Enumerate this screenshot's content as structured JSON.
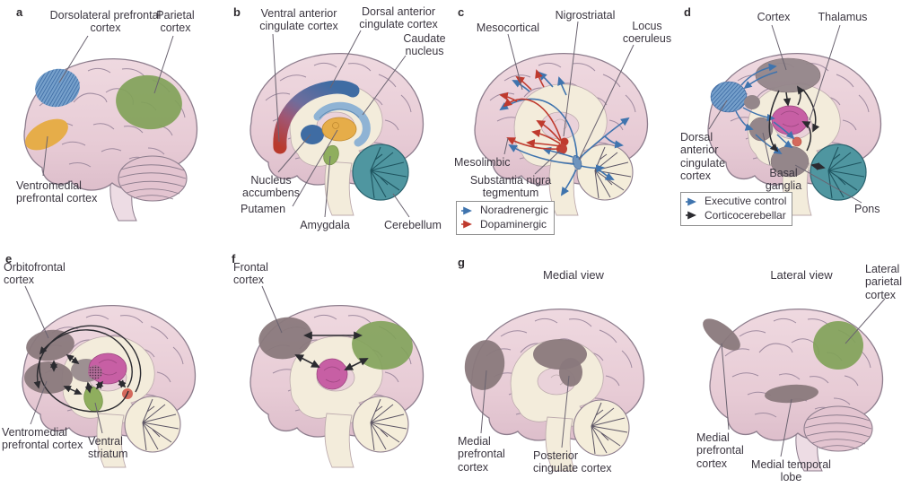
{
  "figure": {
    "background": "#ffffff",
    "description": "Seven-panel brain anatomy diagram (panels a-g) showing cortical regions, subcortical structures, neurotransmitter pathways and network circuits on lateral and medial brain views"
  },
  "colors": {
    "brain_pink": "#e8cdd6",
    "cream_white_matter": "#f3ecdb",
    "region_blue": "#6b94bd",
    "region_green": "#81a259",
    "region_orange": "#e6ad49",
    "region_red": "#bf3a2e",
    "dark_blue_nucleus": "#3f6ca3",
    "light_blue_caudate": "#8fb3d4",
    "teal_cerebellum": "#4f96a0",
    "magenta_thalamus": "#c75fa4",
    "gray_region": "#94868a",
    "gray_dark": "#8a797c",
    "green_small": "#8fae5e",
    "red_dot": "#d4695c",
    "noradrenergic_blue": "#3f74ae",
    "dopaminergic_red": "#bf3a2e",
    "executive_blue": "#3f74ae",
    "corticocerebellar_black": "#2b2b30"
  },
  "panels": {
    "a": {
      "letter": "a",
      "labels": {
        "dlpfc": "Dorsolateral prefrontal cortex",
        "parietal": "Parietal cortex",
        "vmpfc": "Ventromedial prefrontal cortex"
      }
    },
    "b": {
      "letter": "b",
      "labels": {
        "vacc": "Ventral anterior cingulate cortex",
        "dacc": "Dorsal anterior cingulate cortex",
        "caudate": "Caudate nucleus",
        "nacc": "Nucleus accumbens",
        "putamen": "Putamen",
        "amygdala": "Amygdala",
        "cerebellum": "Cerebellum"
      }
    },
    "c": {
      "letter": "c",
      "labels": {
        "mesocortical": "Mesocortical",
        "nigrostriatal": "Nigrostriatal",
        "locus": "Locus coeruleus",
        "mesolimbic": "Mesolimbic",
        "snt": "Substantia nigra tegmentum"
      },
      "legend": {
        "noradrenergic": "Noradrenergic",
        "dopaminergic": "Dopaminergic"
      }
    },
    "d": {
      "letter": "d",
      "labels": {
        "cortex": "Cortex",
        "thalamus": "Thalamus",
        "dacc": "Dorsal anterior cingulate cortex",
        "basal": "Basal ganglia",
        "pons": "Pons"
      },
      "legend": {
        "executive": "Executive control",
        "corticocerebellar": "Corticocerebellar"
      }
    },
    "e": {
      "letter": "e",
      "labels": {
        "ofc": "Orbitofrontal cortex",
        "vmpfc": "Ventromedial prefrontal cortex",
        "vstriatum": "Ventral striatum"
      }
    },
    "f": {
      "letter": "f",
      "labels": {
        "frontal": "Frontal cortex"
      }
    },
    "g": {
      "letter": "g",
      "medial": {
        "title": "Medial view",
        "mpfc": "Medial prefrontal cortex",
        "pcc": "Posterior cingulate cortex"
      },
      "lateral": {
        "title": "Lateral view",
        "parietal": "Lateral parietal cortex",
        "mpfc": "Medial prefrontal cortex",
        "mtl": "Medial temporal lobe"
      }
    }
  }
}
